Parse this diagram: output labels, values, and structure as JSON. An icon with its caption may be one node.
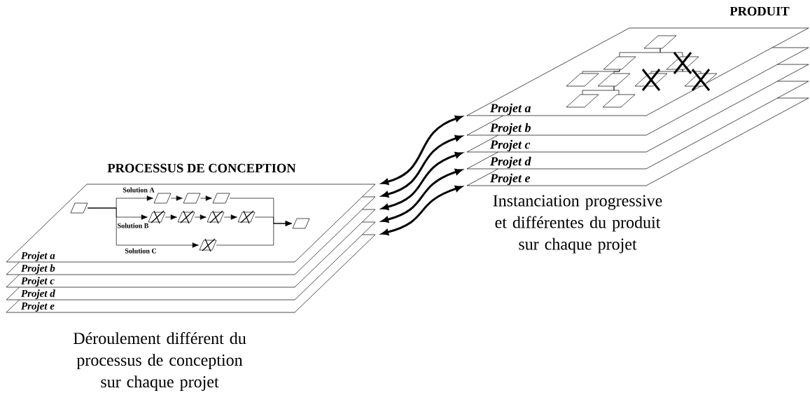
{
  "diagram": {
    "nodes": [
      {
        "text": [
          "PROCESSUS DE CONCEPTION",
          "Projet a"
        ]
      },
      {
        "text": [
          "Projet b"
        ]
      },
      {
        "text": [
          "Projet c"
        ]
      },
      {
        "text": [
          "Projet d"
        ]
      },
      {
        "text": [
          "Projet e"
        ]
      },
      {
        "text": [
          "PRODUIT",
          "Projet a"
        ]
      },
      {
        "text": [
          "Projet b"
        ]
      },
      {
        "text": [
          "Projet c"
        ]
      },
      {
        "text": [
          "Projet d"
        ]
      },
      {
        "text": [
          "Projet e"
        ]
      },
      {
        "text": [],
        "shape": "parallelogram",
        "in": 0
      },
      {
        "text": [],
        "shape": "parallelogram",
        "in": 0
      },
      {
        "text": [],
        "shape": "parallelogram",
        "in": 0
      },
      {
        "text": [],
        "shape": "parallelogram",
        "in": 0
      },
      {
        "text": [],
        "shape": "parallelogram",
        "in": 0
      },
      {
        "text": [],
        "shape": "parallelogram",
        "in": 0
      },
      {
        "text": [],
        "shape": "parallelogram",
        "in": 0
      },
      {
        "text": [],
        "shape": "parallelogram",
        "in": 0
      },
      {
        "text": [],
        "shape": "parallelogram",
        "in": 0
      },
      {
        "text": [],
        "shape": "parallelogram",
        "in": 0
      },
      {
        "text": [],
        "shape": "parallelogram",
        "in": 5
      },
      {
        "text": [],
        "shape": "parallelogram",
        "in": 5
      },
      {
        "text": [],
        "shape": "parallelogram",
        "in": 5
      },
      {
        "text": [],
        "shape": "parallelogram",
        "in": 5
      },
      {
        "text": [],
        "shape": "parallelogram",
        "in": 5
      },
      {
        "text": [],
        "shape": "parallelogram",
        "in": 5
      },
      {
        "text": [],
        "shape": "parallelogram",
        "in": 5
      },
      {
        "text": [],
        "shape": "parallelogram",
        "in": 5
      },
      {
        "text": [],
        "shape": "parallelogram",
        "in": 5
      }
    ],
    "edges": [
      {
        "from": 0,
        "to": 5,
        "arrow": "both",
        "style": "thick"
      },
      {
        "from": 1,
        "to": 6,
        "arrow": "both",
        "style": "thick"
      },
      {
        "from": 2,
        "to": 7,
        "arrow": "both",
        "style": "thick"
      },
      {
        "from": 3,
        "to": 8,
        "arrow": "both",
        "style": "thick"
      },
      {
        "from": 4,
        "to": 9,
        "arrow": "both",
        "style": "thick"
      },
      {
        "from": 10,
        "to": 11,
        "arrow": "to"
      },
      {
        "from": 10,
        "to": 14,
        "arrow": "to"
      },
      {
        "from": 10,
        "to": 18,
        "arrow": "to"
      },
      {
        "from": 11,
        "to": 12,
        "arrow": "to"
      },
      {
        "from": 12,
        "to": 13,
        "arrow": "to"
      },
      {
        "from": 14,
        "to": 15,
        "arrow": "to"
      },
      {
        "from": 15,
        "to": 16,
        "arrow": "to"
      },
      {
        "from": 16,
        "to": 17,
        "arrow": "to"
      },
      {
        "from": 13,
        "to": 19,
        "arrow": "to"
      },
      {
        "from": 17,
        "to": 19,
        "arrow": "to"
      },
      {
        "from": 18,
        "to": 19,
        "arrow": "to"
      },
      {
        "from": 20,
        "to": 21,
        "arrow": "none"
      },
      {
        "from": 20,
        "to": 22,
        "arrow": "none"
      },
      {
        "from": 21,
        "to": 23,
        "arrow": "none"
      },
      {
        "from": 21,
        "to": 24,
        "arrow": "none"
      },
      {
        "from": 22,
        "to": 25,
        "arrow": "none"
      },
      {
        "from": 22,
        "to": 26,
        "arrow": "none"
      },
      {
        "from": 24,
        "to": 27,
        "arrow": "none"
      },
      {
        "from": 24,
        "to": 28,
        "arrow": "none"
      }
    ],
    "labels": [
      "Solution A",
      "Solution B",
      "Solution C",
      "Déroulement différent du processus de conception sur chaque projet",
      "Instanciation progressive et différentes du produit sur chaque projet"
    ]
  }
}
